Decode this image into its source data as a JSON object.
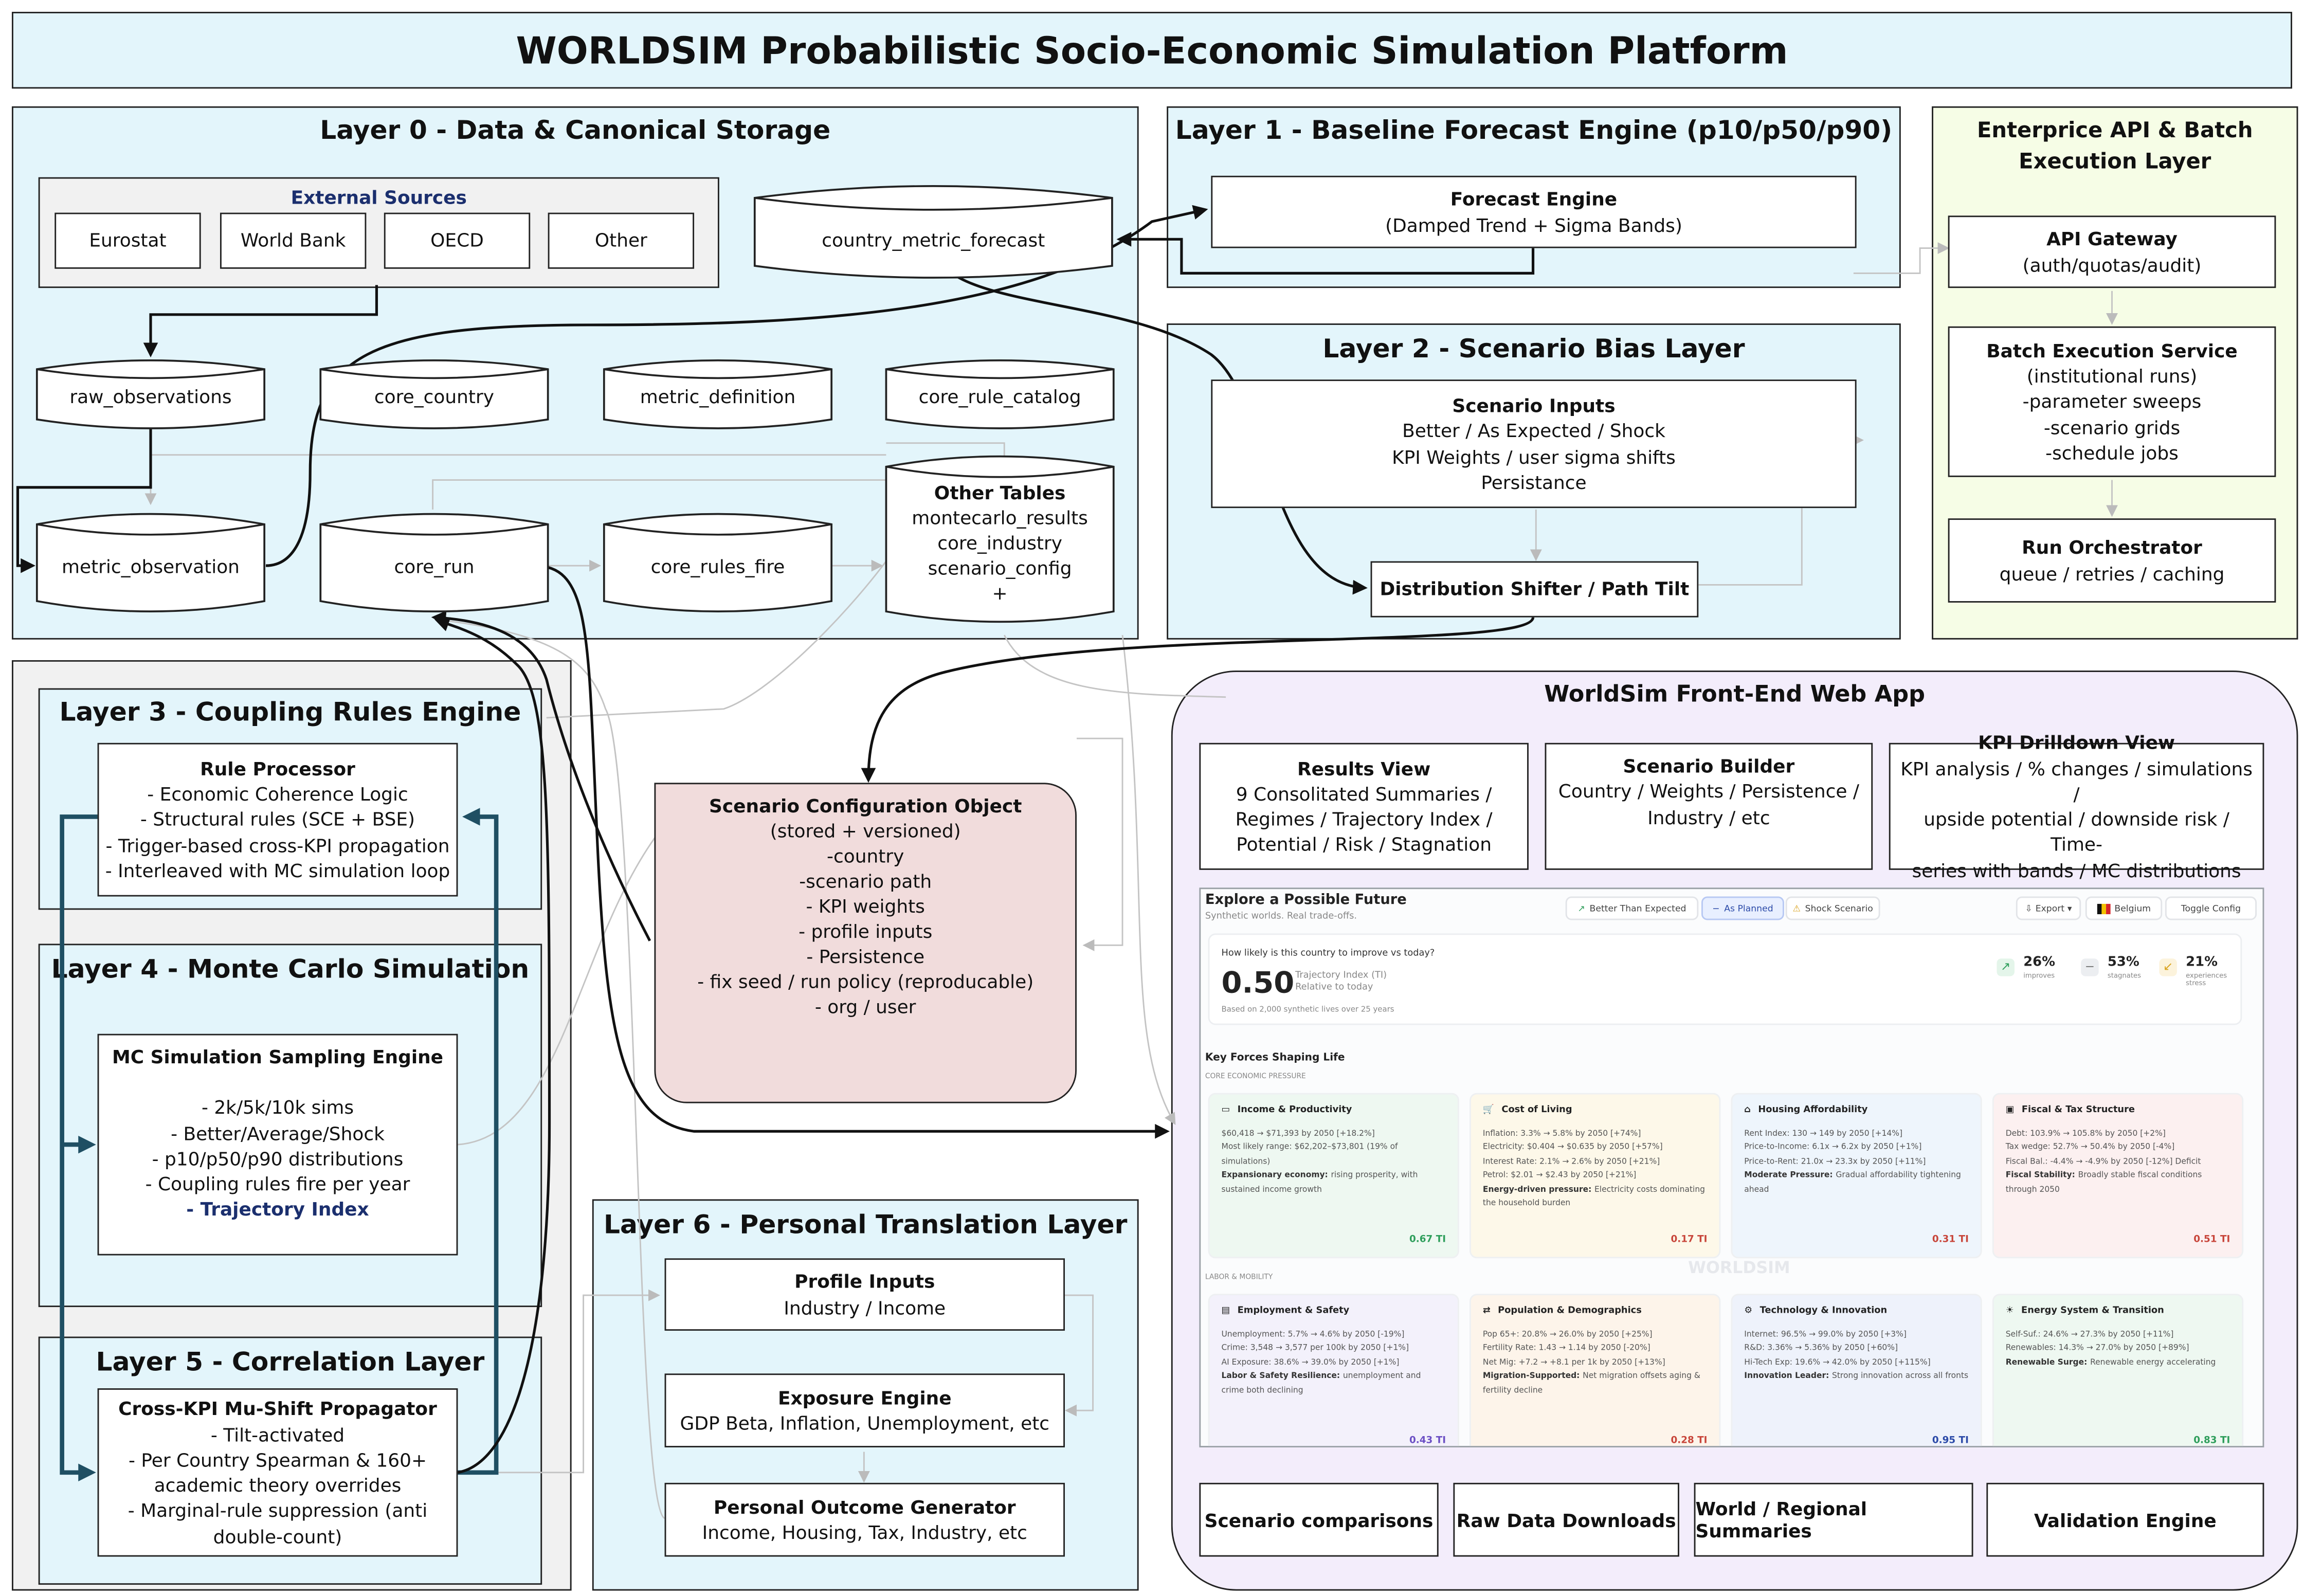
{
  "title": "WORLDSIM Probabilistic Socio-Economic Simulation Platform",
  "layer0": {
    "title": "Layer 0 - Data & Canonical Storage",
    "external_sources": {
      "title": "External Sources",
      "items": [
        "Eurostat",
        "World Bank",
        "OECD",
        "Other"
      ]
    },
    "tables": {
      "country_metric_forecast": "country_metric_forecast",
      "raw_observations": "raw_observations",
      "core_country": "core_country",
      "metric_definition": "metric_definition",
      "core_rule_catalog": "core_rule_catalog",
      "metric_observation": "metric_observation",
      "core_run": "core_run",
      "core_rules_fire": "core_rules_fire"
    },
    "other_tables": {
      "title": "Other Tables",
      "lines": [
        "montecarlo_results",
        "core_industry",
        "scenario_config",
        "+"
      ]
    }
  },
  "layer1": {
    "title": "Layer 1 - Baseline Forecast Engine (p10/p50/p90)",
    "engine_title": "Forecast Engine",
    "engine_sub": "(Damped Trend + Sigma Bands)"
  },
  "layer2": {
    "title": "Layer 2 - Scenario Bias Layer",
    "inputs_title": "Scenario Inputs",
    "inputs_lines": [
      "Better / As Expected / Shock",
      "KPI Weights / user sigma shifts",
      "Persistance"
    ],
    "shifter": "Distribution Shifter / Path Tilt"
  },
  "api": {
    "title": "Enterprice API & Batch Execution Layer",
    "gateway_title": "API Gateway",
    "gateway_sub": "(auth/quotas/audit)",
    "batch_title": "Batch Execution Service",
    "batch_lines": [
      "(institutional runs)",
      "-parameter sweeps",
      "-scenario grids",
      "-schedule jobs"
    ],
    "orch_title": "Run Orchestrator",
    "orch_sub": "queue / retries / caching"
  },
  "layer3": {
    "title": "Layer 3 - Coupling Rules Engine",
    "box_title": "Rule Processor",
    "lines": [
      "- Economic Coherence Logic",
      "- Structural rules (SCE + BSE)",
      "- Trigger-based cross-KPI propagation",
      "- Interleaved with MC simulation loop"
    ]
  },
  "layer4": {
    "title": "Layer 4 - Monte Carlo Simulation",
    "box_title": "MC Simulation Sampling Engine",
    "lines": [
      "- 2k/5k/10k sims",
      "- Better/Average/Shock",
      "- p10/p50/p90 distributions",
      "- Coupling rules fire per year"
    ],
    "highlight": "- Trajectory Index"
  },
  "layer5": {
    "title": "Layer 5 - Correlation Layer",
    "box_title": "Cross-KPI Mu-Shift Propagator",
    "lines": [
      "- Tilt-activated",
      "- Per Country  Spearman & 160+",
      "academic theory overrides",
      "- Marginal-rule suppression (anti",
      "double-count)"
    ]
  },
  "scenario_config": {
    "title": "Scenario Configuration Object",
    "lines": [
      "(stored + versioned)",
      "-country",
      "-scenario path",
      "- KPI weights",
      "- profile inputs",
      "- Persistence",
      "- fix seed / run policy (reproducable)",
      "- org / user"
    ]
  },
  "layer6": {
    "title": "Layer 6 - Personal Translation Layer",
    "profile_title": "Profile Inputs",
    "profile_sub": "Industry / Income",
    "exposure_title": "Exposure Engine",
    "exposure_sub": "GDP Beta, Inflation, Unemployment, etc",
    "outcome_title": "Personal Outcome Generator",
    "outcome_sub": "Income, Housing, Tax, Industry, etc"
  },
  "frontend": {
    "title": "WorldSim Front-End Web App",
    "results_title": "Results View",
    "results_lines": [
      "9 Consolitated Summaries /",
      "Regimes / Trajectory Index /",
      "Potential / Risk / Stagnation"
    ],
    "builder_title": "Scenario Builder",
    "builder_lines": [
      "Country / Weights / Persistence /",
      "Industry / etc"
    ],
    "kpi_title": "KPI Drilldown View",
    "kpi_lines": [
      "KPI analysis / % changes / simulations /",
      "upside potential / downside risk / Time-",
      "series with bands / MC distributions"
    ],
    "bottom_buttons": [
      "Scenario comparisons",
      "Raw Data Downloads",
      "World / Regional Summaries",
      "Validation Engine"
    ]
  },
  "dashboard": {
    "title": "Explore a Possible Future",
    "subtitle": "Synthetic worlds. Real trade-offs.",
    "tabs": [
      "Better Than Expected",
      "As Planned",
      "Shock Scenario"
    ],
    "export": "Export",
    "country": "Belgium",
    "toggle": "Toggle Config",
    "question": "How likely is this country to improve vs today?",
    "ti_value": "0.50",
    "ti_label": "Trajectory Index (TI)",
    "ti_sub": "Relative to today",
    "based_on": "Based on 2,000 synthetic lives over 25 years",
    "stats": [
      {
        "value": "26%",
        "label": "improves",
        "color": "#2e9e5b"
      },
      {
        "value": "53%",
        "label": "stagnates",
        "color": "#7a7f88"
      },
      {
        "value": "21%",
        "label": "experiences stress",
        "color": "#d9a21b"
      }
    ],
    "section": "Key Forces Shaping Life",
    "group1": "CORE ECONOMIC PRESSURE",
    "group2": "LABOR & MOBILITY",
    "watermark": "WORLDSIM",
    "cards": [
      {
        "title": "Income & Productivity",
        "lines": [
          "$60,418 → $71,393 by 2050 [+18.2%]",
          "Most likely range: $62,202–$73,801 (19% of simulations)"
        ],
        "desc_label": "Expansionary economy:",
        "desc": "rising prosperity, with sustained income growth",
        "score": "0.67 TI",
        "bg": "#eef8f1",
        "sc": "#2e9e5b"
      },
      {
        "title": "Cost of Living",
        "lines": [
          "Inflation: 3.3% → 5.8% by 2050 [+74%]",
          "Electricity: $0.404 → $0.635 by 2050 [+57%]",
          "Interest Rate: 2.1% → 2.6% by 2050 [+21%]",
          "Petrol: $2.01 → $2.43 by 2050 [+21%]"
        ],
        "desc_label": "Energy-driven pressure:",
        "desc": "Electricity costs dominating the household burden",
        "score": "0.17 TI",
        "bg": "#fdf8e9",
        "sc": "#c8453a"
      },
      {
        "title": "Housing Affordability",
        "lines": [
          "Rent Index: 130 → 149 by 2050 [+14%]",
          "Price-to-Income: 6.1x → 6.2x by 2050 [+1%]",
          "Price-to-Rent: 21.0x → 23.3x by 2050 [+11%]"
        ],
        "desc_label": "Moderate Pressure:",
        "desc": "Gradual affordability tightening ahead",
        "score": "0.31 TI",
        "bg": "#eef5fc",
        "sc": "#c8453a"
      },
      {
        "title": "Fiscal & Tax Structure",
        "lines": [
          "Debt: 103.9% → 105.8% by 2050 [+2%]",
          "Tax wedge: 52.7% → 50.4% by 2050 [-4%]",
          "Fiscal Bal.: -4.4% → -4.9% by 2050 [-12%]  Deficit"
        ],
        "desc_label": "Fiscal Stability:",
        "desc": "Broadly stable fiscal conditions through 2050",
        "score": "0.51 TI",
        "bg": "#fcf0f0",
        "sc": "#c8453a"
      },
      {
        "title": "Employment & Safety",
        "lines": [
          "Unemployment: 5.7% → 4.6% by 2050 [-19%]",
          "Crime: 3,548 → 3,577 per 100k by 2050 [+1%]",
          "AI Exposure: 38.6% → 39.0% by 2050 [+1%]"
        ],
        "desc_label": "Labor & Safety Resilience:",
        "desc": "unemployment and crime both declining",
        "score": "0.43 TI",
        "bg": "#f3f1fb",
        "sc": "#6b4fc4"
      },
      {
        "title": "Population & Demographics",
        "lines": [
          "Pop 65+: 20.8% → 26.0% by 2050 [+25%]",
          "Fertility Rate: 1.43 → 1.14 by 2050 [-20%]",
          "Net Mig: +7.2 → +8.1 per 1k by 2050 [+13%]"
        ],
        "desc_label": "Migration-Supported:",
        "desc": "Net migration offsets aging & fertility decline",
        "score": "0.28 TI",
        "bg": "#fdf4ea",
        "sc": "#c8453a"
      },
      {
        "title": "Technology & Innovation",
        "lines": [
          "Internet: 96.5% → 99.0% by 2050 [+3%]",
          "R&D: 3.36% → 5.36% by 2050 [+60%]",
          "Hi-Tech Exp: 19.6% → 42.0% by 2050 [+115%]"
        ],
        "desc_label": "Innovation Leader:",
        "desc": "Strong innovation across all fronts",
        "score": "0.95 TI",
        "bg": "#eef2fb",
        "sc": "#2b4aa8"
      },
      {
        "title": "Energy System & Transition",
        "lines": [
          "Self-Suf.: 24.6% → 27.3% by 2050 [+11%]",
          "Renewables: 14.3% → 27.0% by 2050 [+89%]"
        ],
        "desc_label": "Renewable Surge:",
        "desc": "Renewable energy accelerating",
        "score": "0.83 TI",
        "bg": "#eef8f1",
        "sc": "#2e9e5b"
      }
    ],
    "colors": {
      "accent": "#3b6fd8",
      "green": "#2e9e5b",
      "amber": "#d9a21b"
    }
  }
}
